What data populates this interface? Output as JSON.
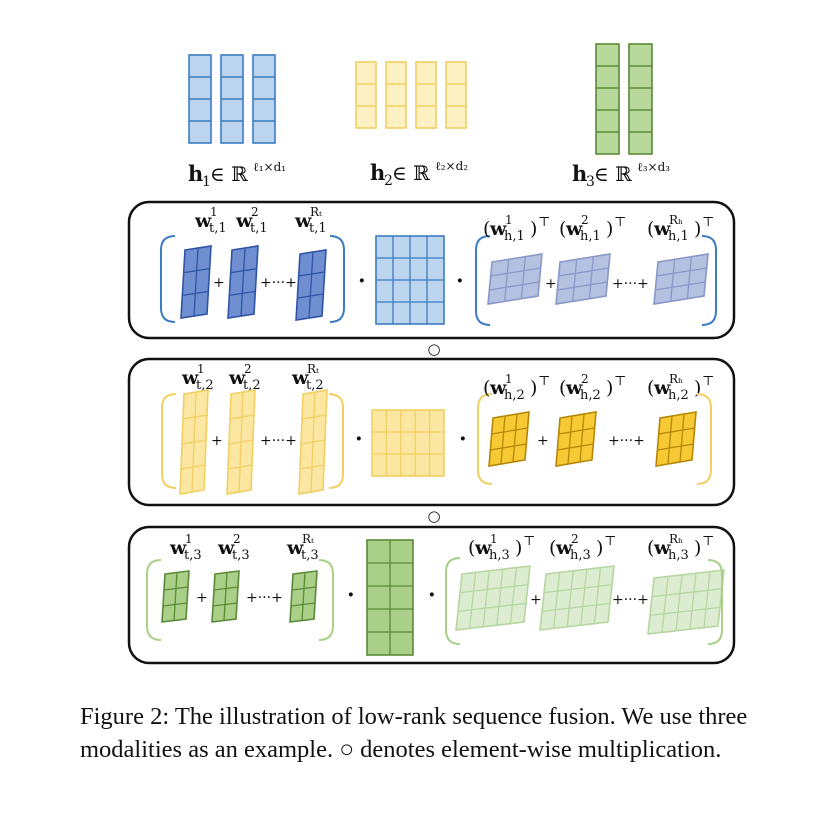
{
  "figure": {
    "caption": "Figure 2: The illustration of low-rank sequence fusion. We use three modalities as an example. ○ denotes element-wise multiplication."
  },
  "top_labels": [
    {
      "var": "h",
      "sub": "1",
      "rest": " ∈ ℝ",
      "sup": "ℓ₁×d₁"
    },
    {
      "var": "h",
      "sub": "2",
      "rest": " ∈ ℝ",
      "sup": "ℓ₂×d₂"
    },
    {
      "var": "h",
      "sub": "3",
      "rest": " ∈ ℝ",
      "sup": "ℓ₃×d₃"
    }
  ],
  "modalities": [
    {
      "t_weights": [
        {
          "sup": "1",
          "sub": "t,1"
        },
        {
          "sup": "2",
          "sub": "t,1"
        },
        {
          "sup": "Rₜ",
          "sub": "t,1"
        }
      ],
      "h_weights": [
        {
          "sup": "1",
          "sub": "h,1"
        },
        {
          "sup": "2",
          "sub": "h,1"
        },
        {
          "sup": "Rₕ",
          "sub": "h,1"
        }
      ],
      "colors": {
        "dark_fill": "#6f8fd1",
        "dark_stroke": "#2f54a6",
        "light_fill": "#bcd5ef",
        "light_stroke": "#3d7cc0",
        "muted_fill": "#b5c1e0",
        "muted_stroke": "#8898c8",
        "bracket": "#3d7cc0"
      }
    },
    {
      "t_weights": [
        {
          "sup": "1",
          "sub": "t,2"
        },
        {
          "sup": "2",
          "sub": "t,2"
        },
        {
          "sup": "Rₜ",
          "sub": "t,2"
        }
      ],
      "h_weights": [
        {
          "sup": "1",
          "sub": "h,2"
        },
        {
          "sup": "2",
          "sub": "h,2"
        },
        {
          "sup": "Rₕ",
          "sub": "h,2"
        }
      ],
      "colors": {
        "dark_fill": "#f6c935",
        "dark_stroke": "#b48806",
        "light_fill": "#fbe6a2",
        "light_stroke": "#f2cf62",
        "muted_fill": "#fbe6a2",
        "muted_stroke": "#f2cf62",
        "bracket": "#f2cf62"
      }
    },
    {
      "t_weights": [
        {
          "sup": "1",
          "sub": "t,3"
        },
        {
          "sup": "2",
          "sub": "t,3"
        },
        {
          "sup": "Rₜ",
          "sub": "t,3"
        }
      ],
      "h_weights": [
        {
          "sup": "1",
          "sub": "h,3"
        },
        {
          "sup": "2",
          "sub": "h,3"
        },
        {
          "sup": "Rₕ",
          "sub": "h,3"
        }
      ],
      "colors": {
        "dark_fill": "#8fbf6b",
        "dark_stroke": "#4f7f2f",
        "light_fill": "#a9cf88",
        "light_stroke": "#5a8a36",
        "muted_fill": "#dbecd0",
        "muted_stroke": "#b6d6a0",
        "bracket": "#a9cf88"
      }
    }
  ],
  "symbols": {
    "plus": "+",
    "dots_plus": "+···+",
    "dot": "·",
    "hadamard": "○",
    "transpose": "⊤"
  },
  "top_colors": [
    {
      "fill": "#bcd5ef",
      "stroke": "#3d7cc0"
    },
    {
      "fill": "#fdf0c2",
      "stroke": "#f2cf62"
    },
    {
      "fill": "#b9d99c",
      "stroke": "#5a8a36"
    }
  ]
}
